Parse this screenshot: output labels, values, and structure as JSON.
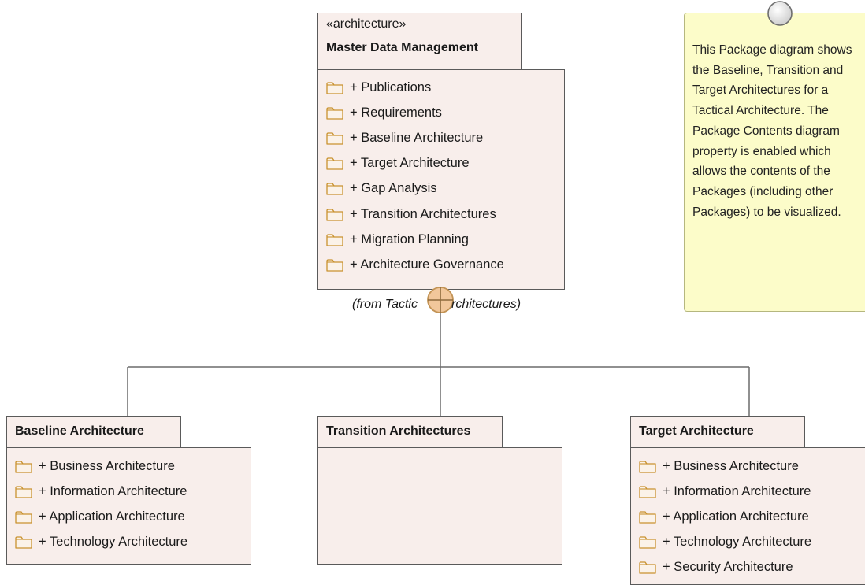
{
  "master": {
    "stereotype": "«architecture»",
    "title": "Master Data Management",
    "items": [
      {
        "label": "+ Publications"
      },
      {
        "label": "+ Requirements"
      },
      {
        "label": "+ Baseline Architecture"
      },
      {
        "label": "+ Target Architecture"
      },
      {
        "label": "+ Gap Analysis"
      },
      {
        "label": "+ Transition Architectures"
      },
      {
        "label": "+ Migration Planning"
      },
      {
        "label": "+ Architecture Governance"
      }
    ],
    "from_prefix": "(from Tactic",
    "from_suffix": "rchitectures)"
  },
  "baseline": {
    "title": "Baseline Architecture",
    "items": [
      {
        "label": "+ Business Architecture"
      },
      {
        "label": "+ Information Architecture"
      },
      {
        "label": "+ Application Architecture"
      },
      {
        "label": "+ Technology Architecture"
      }
    ]
  },
  "transition": {
    "title": "Transition Architectures"
  },
  "target": {
    "title": "Target Architecture",
    "items": [
      {
        "label": "+ Business Architecture"
      },
      {
        "label": "+ Information Architecture"
      },
      {
        "label": "+ Application Architecture"
      },
      {
        "label": "+ Technology Architecture"
      },
      {
        "label": "+ Security Architecture"
      }
    ]
  },
  "note": {
    "text": "This Package diagram shows the Baseline, Transition and Target Architectures for a Tactical Architecture. The Package Contents diagram property is enabled which allows the contents of the Packages (including other Packages) to be visualized."
  },
  "colors": {
    "package_fill": "#f8eeeb",
    "package_border": "#5a5a5a",
    "folder_stroke": "#c9922f",
    "note_fill": "#fcfcc9",
    "connector": "#6b6b6b"
  }
}
